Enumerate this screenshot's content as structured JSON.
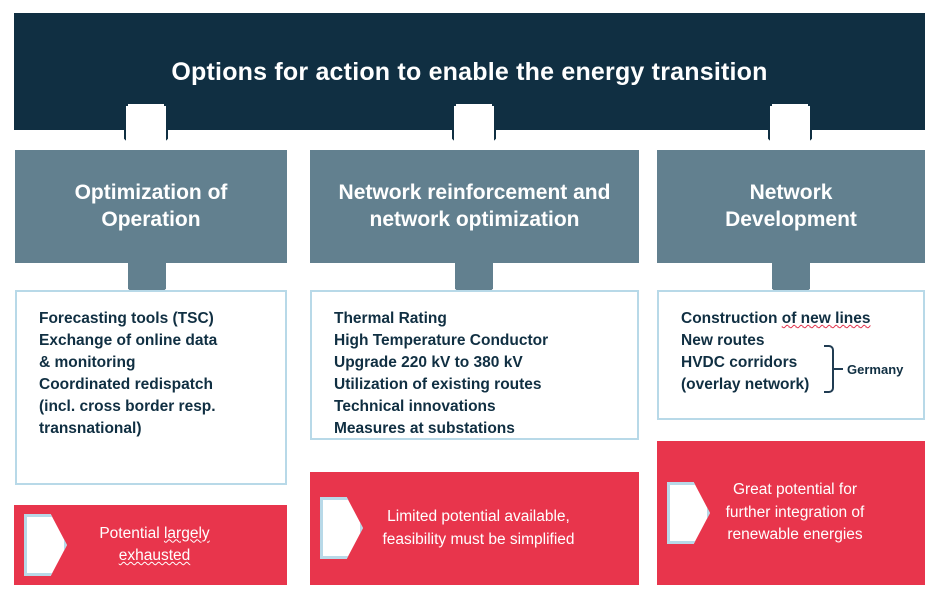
{
  "banner": {
    "title": "Options for action to enable the energy transition"
  },
  "colors": {
    "banner_navy": "#102f42",
    "category_slate": "#62808f",
    "box_border_lightblue": "#b8d9e8",
    "conclusion_red": "#e8354c",
    "text_navy": "#102f42",
    "spellcheck_red": "#e0304a"
  },
  "columns": [
    {
      "id": "optimization-of-operation",
      "category": {
        "line1": "Optimization of",
        "line2": "Operation",
        "line1_spellchecked": true
      },
      "measures": [
        "Forecasting tools (TSC)",
        "Exchange of online data",
        "& monitoring",
        "Coordinated redispatch",
        "(incl. cross border resp.",
        "transnational)"
      ],
      "conclusion": {
        "line1_pre": "Potential ",
        "line1_marked": "largely",
        "line2_marked": "exhausted",
        "full": "Potential largely exhausted"
      }
    },
    {
      "id": "network-reinforcement-and-optimization",
      "category": {
        "line1": "Network reinforcement and",
        "line2": "network optimization",
        "line1_spellchecked": false
      },
      "measures": [
        "Thermal Rating",
        "High Temperature Conductor",
        "Upgrade 220 kV to 380 kV",
        "Utilization of existing routes",
        "Technical innovations",
        "Measures at substations"
      ],
      "conclusion": {
        "line1": "Limited potential available,",
        "line2": "feasibility must be simplified",
        "full": "Limited potential available, feasibility must be simplified"
      }
    },
    {
      "id": "network-development",
      "category": {
        "line1": "Network",
        "line2": "Development",
        "line1_spellchecked": false
      },
      "measures": [
        "Construction of new lines",
        "New routes",
        "HVDC corridors",
        "(overlay network)"
      ],
      "measure_first_pre": "Construction ",
      "measure_first_marked": "of new lines",
      "annotation": {
        "label": "Germany",
        "groups": [
          "HVDC corridors",
          "(overlay network)"
        ]
      },
      "conclusion": {
        "line1": "Great potential for",
        "line2": "further integration of",
        "line3": "renewable energies",
        "full": "Great potential for further integration of renewable energies"
      }
    }
  ]
}
